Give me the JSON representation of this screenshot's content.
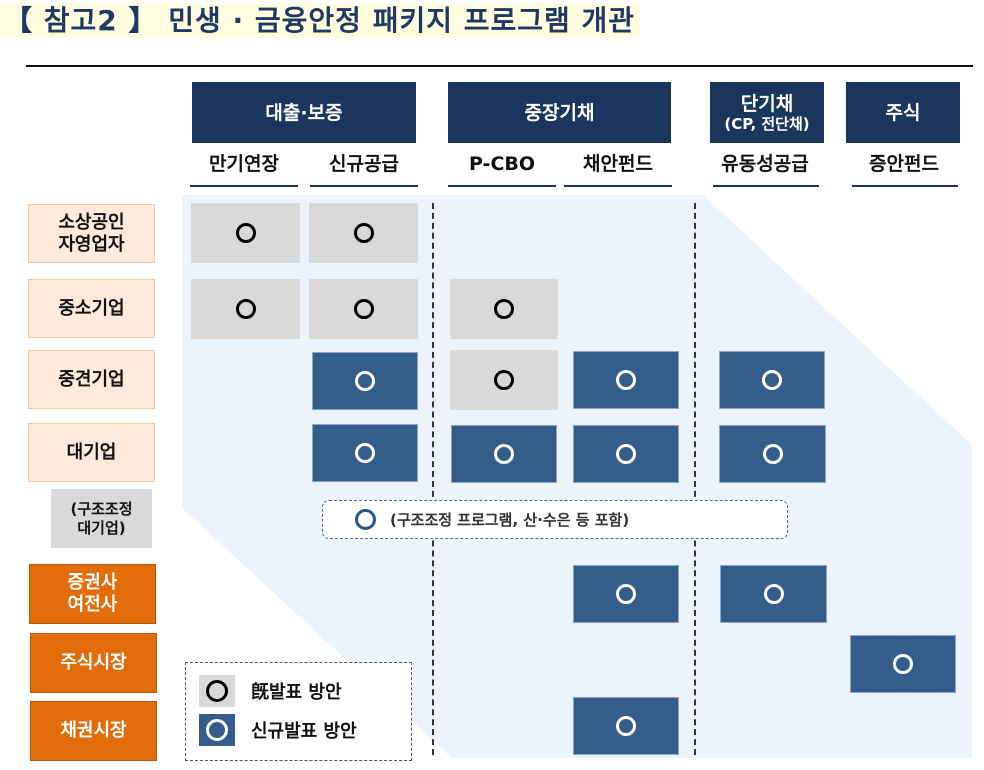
{
  "title": "【 참고2 】 민생 · 금융안정 패키지 프로그램 개관",
  "colors": {
    "title_bg": "#FFFFE0",
    "title_text": "#1F3864",
    "group_header": "#1A365D",
    "existing_cell": "#D9D9D9",
    "new_cell": "#355D8C",
    "panel_bg": "#EDF3FB",
    "row_peach": "#FDEADA",
    "row_orange": "#E36C0A"
  },
  "groups": [
    {
      "label": "대출·보증",
      "sublabel": ""
    },
    {
      "label": "중장기채",
      "sublabel": ""
    },
    {
      "label": "단기채",
      "sublabel": "(CP, 전단채)"
    },
    {
      "label": "주식",
      "sublabel": ""
    }
  ],
  "columns": [
    {
      "label": "만기연장"
    },
    {
      "label": "신규공급"
    },
    {
      "label": "P-CBO"
    },
    {
      "label": "채안펀드"
    },
    {
      "label": "유동성공급"
    },
    {
      "label": "증안펀드"
    }
  ],
  "rows": [
    {
      "label": "소상공인\n자영업자",
      "line1": "소상공인",
      "line2": "자영업자"
    },
    {
      "label": "중소기업"
    },
    {
      "label": "중견기업"
    },
    {
      "label": "대기업"
    },
    {
      "label": "(구조조정 대기업)",
      "line1": "(구조조정",
      "line2": "대기업)"
    },
    {
      "label": "증권사 여전사",
      "line1": "증권사",
      "line2": "여전사"
    },
    {
      "label": "주식시장"
    },
    {
      "label": "채권시장"
    }
  ],
  "matrix": [
    {
      "row": "소상공인 자영업자",
      "만기연장": "existing",
      "신규공급": "existing"
    },
    {
      "row": "중소기업",
      "만기연장": "existing",
      "신규공급": "existing",
      "P-CBO": "existing"
    },
    {
      "row": "중견기업",
      "신규공급": "new",
      "P-CBO": "existing",
      "채안펀드": "new",
      "유동성공급": "new"
    },
    {
      "row": "대기업",
      "신규공급": "new",
      "P-CBO": "new",
      "채안펀드": "new",
      "유동성공급": "new"
    },
    {
      "row": "구조조정 대기업",
      "note": "(구조조정 프로그램, 산·수은 등 포함)",
      "type": "new"
    },
    {
      "row": "증권사 여전사",
      "채안펀드": "new",
      "유동성공급": "new"
    },
    {
      "row": "주식시장",
      "증안펀드": "new"
    },
    {
      "row": "채권시장",
      "채안펀드": "new"
    }
  ],
  "mark_symbol": "○",
  "note": {
    "text": "(구조조정 프로그램, 산·수은 등 포함)",
    "icon": "circle-outline-icon"
  },
  "legend": {
    "existing": {
      "label": "旣발표 방안",
      "icon": "circle-outline-icon"
    },
    "new": {
      "label": "신규발표 방안",
      "icon": "circle-outline-icon"
    }
  }
}
